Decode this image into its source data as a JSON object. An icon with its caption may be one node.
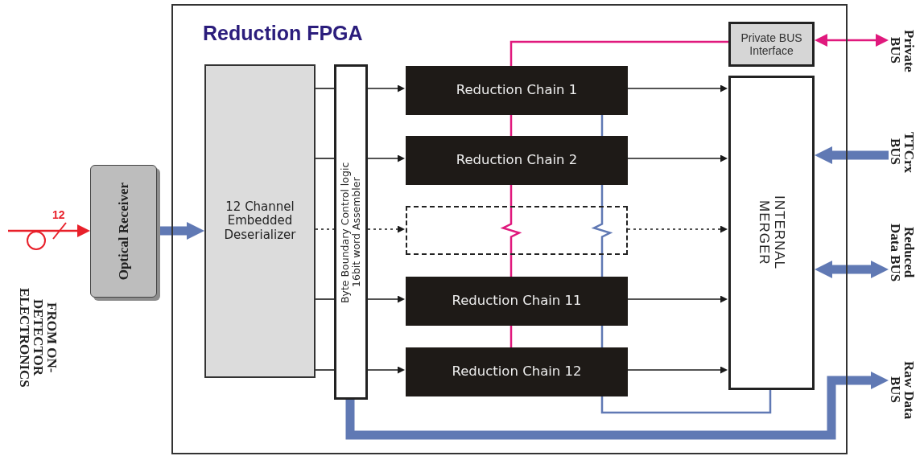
{
  "diagram": {
    "nodes": [
      {
        "text": [
          "Reduction FPGA"
        ]
      },
      {
        "text": [
          "Optical Receiver"
        ]
      },
      {
        "text": [
          "12 Channel Embedded Deserializer"
        ],
        "in": 0
      },
      {
        "text": [
          "Byte Boundary Control logic 16bit word Assembler"
        ],
        "in": 0
      },
      {
        "text": [
          "Reduction Chain 1"
        ],
        "in": 0
      },
      {
        "text": [
          "Reduction Chain 2"
        ],
        "in": 0
      },
      {
        "text": [],
        "shape": "box",
        "in": 0
      },
      {
        "text": [
          "Reduction Chain 11"
        ],
        "in": 0
      },
      {
        "text": [
          "Reduction Chain 12"
        ],
        "in": 0
      },
      {
        "text": [
          "INTERNAL MERGER"
        ],
        "in": 0
      },
      {
        "text": [
          "Private BUS Interface"
        ],
        "in": 0
      },
      {
        "text": [
          "Private BUS"
        ]
      },
      {
        "text": [
          "TTCrx BUS"
        ]
      },
      {
        "text": [
          "Reduced Data BUS"
        ]
      },
      {
        "text": [
          "Raw Data BUS"
        ]
      }
    ],
    "edges": [
      {
        "from": null,
        "to": 1,
        "arrow": "to",
        "label": "12",
        "color": "#e8202a"
      },
      {
        "from": 1,
        "to": 2,
        "arrow": "to",
        "style": "thick",
        "color": "#6079b4"
      },
      {
        "from": 2,
        "to": 3,
        "arrow": "none"
      },
      {
        "from": 2,
        "to": 3,
        "arrow": "none"
      },
      {
        "from": 2,
        "to": 3,
        "arrow": "none",
        "style": "dashed"
      },
      {
        "from": 2,
        "to": 3,
        "arrow": "none"
      },
      {
        "from": 2,
        "to": 3,
        "arrow": "none"
      },
      {
        "from": 3,
        "to": 4,
        "arrow": "to"
      },
      {
        "from": 3,
        "to": 5,
        "arrow": "to"
      },
      {
        "from": 3,
        "to": 6,
        "arrow": "to",
        "style": "dashed"
      },
      {
        "from": 3,
        "to": 7,
        "arrow": "to"
      },
      {
        "from": 3,
        "to": 8,
        "arrow": "to"
      },
      {
        "from": 4,
        "to": 9,
        "arrow": "to"
      },
      {
        "from": 5,
        "to": 9,
        "arrow": "to"
      },
      {
        "from": 6,
        "to": 9,
        "arrow": "to",
        "style": "dashed"
      },
      {
        "from": 7,
        "to": 9,
        "arrow": "to"
      },
      {
        "from": 8,
        "to": 9,
        "arrow": "to"
      },
      {
        "from": 10,
        "to": 4,
        "arrow": "none",
        "color": "#e0197d"
      },
      {
        "from": 4,
        "to": 5,
        "arrow": "none",
        "color": "#e0197d"
      },
      {
        "from": 5,
        "to": 6,
        "arrow": "none",
        "color": "#e0197d"
      },
      {
        "from": 6,
        "to": 7,
        "arrow": "none",
        "color": "#e0197d"
      },
      {
        "from": 7,
        "to": 8,
        "arrow": "none",
        "color": "#e0197d"
      },
      {
        "from": 4,
        "to": 5,
        "arrow": "none",
        "color": "#6079b4"
      },
      {
        "from": 5,
        "to": 6,
        "arrow": "none",
        "color": "#6079b4"
      },
      {
        "from": 6,
        "to": 7,
        "arrow": "none",
        "color": "#6079b4"
      },
      {
        "from": 7,
        "to": 8,
        "arrow": "none",
        "color": "#6079b4"
      },
      {
        "from": 8,
        "to": 9,
        "arrow": "none",
        "color": "#6079b4"
      },
      {
        "from": 3,
        "to": 14,
        "arrow": "to",
        "style": "thick",
        "color": "#6079b4"
      },
      {
        "from": 10,
        "to": 11,
        "arrow": "both",
        "color": "#e0197d"
      },
      {
        "from": 12,
        "to": 9,
        "arrow": "to",
        "style": "thick",
        "color": "#6079b4"
      },
      {
        "from": 9,
        "to": 13,
        "arrow": "both",
        "style": "thick",
        "color": "#6079b4"
      }
    ],
    "labels": [
      "FROM ON-DETECTOR ELECTRONICS"
    ]
  }
}
